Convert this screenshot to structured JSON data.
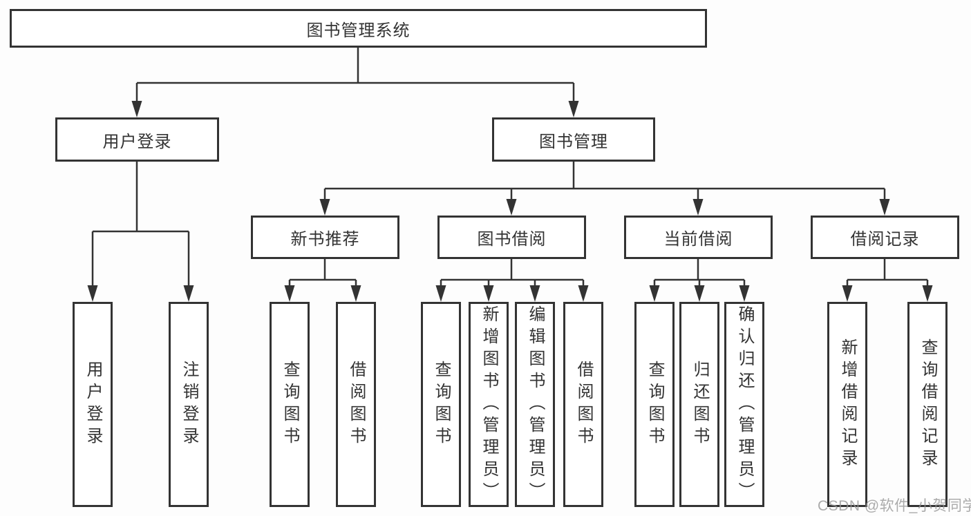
{
  "colors": {
    "line": "#333333",
    "text": "#333333",
    "box_background": "#ffffff",
    "watermark": "#969696"
  },
  "tree": {
    "root": "图书管理系统",
    "branches": [
      {
        "label": "用户登录",
        "leaves": [
          "用户登录",
          "注销登录"
        ]
      },
      {
        "label": "图书管理",
        "groups": [
          {
            "label": "新书推荐",
            "leaves": [
              "查询图书",
              "借阅图书"
            ]
          },
          {
            "label": "图书借阅",
            "leaves": [
              "查询图书",
              "新增图书（管理员）",
              "编辑图书（管理员）",
              "借阅图书"
            ]
          },
          {
            "label": "当前借阅",
            "leaves": [
              "查询图书",
              "归还图书",
              "确认归还（管理员）"
            ]
          },
          {
            "label": "借阅记录",
            "leaves": [
              "新增借阅记录",
              "查询借阅记录"
            ]
          }
        ]
      }
    ]
  },
  "watermark": "CSDN @软件_小贺同学"
}
